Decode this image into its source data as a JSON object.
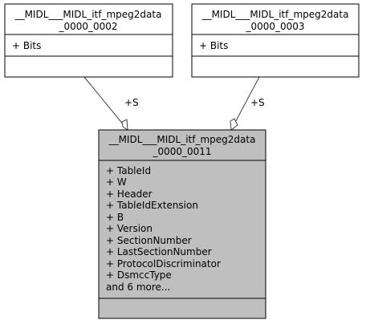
{
  "classes": {
    "top_left": {
      "name_line1": "__MIDL___MIDL_itf_mpeg2data",
      "name_line2": "_0000_0002",
      "attributes": [
        "+ Bits"
      ]
    },
    "top_right": {
      "name_line1": "__MIDL___MIDL_itf_mpeg2data",
      "name_line2": "_0000_0003",
      "attributes": [
        "+ Bits"
      ]
    },
    "bottom": {
      "name_line1": "__MIDL___MIDL_itf_mpeg2data",
      "name_line2": "_0000_0011",
      "attributes": [
        "+ TableId",
        "+ W",
        "+ Header",
        "+ TableIdExtension",
        "+ B",
        "+ Version",
        "+ SectionNumber",
        "+ LastSectionNumber",
        "+ ProtocolDiscriminator",
        "+ DsmccType",
        "and 6 more..."
      ]
    }
  },
  "associations": [
    {
      "from": "bottom",
      "to": "top_left",
      "label": "+S"
    },
    {
      "from": "bottom",
      "to": "top_right",
      "label": "+S"
    }
  ],
  "colors": {
    "box_fill": "#ffffff",
    "highlight_fill": "#bfbfbf",
    "stroke": "#000000",
    "connector": "#404040"
  }
}
